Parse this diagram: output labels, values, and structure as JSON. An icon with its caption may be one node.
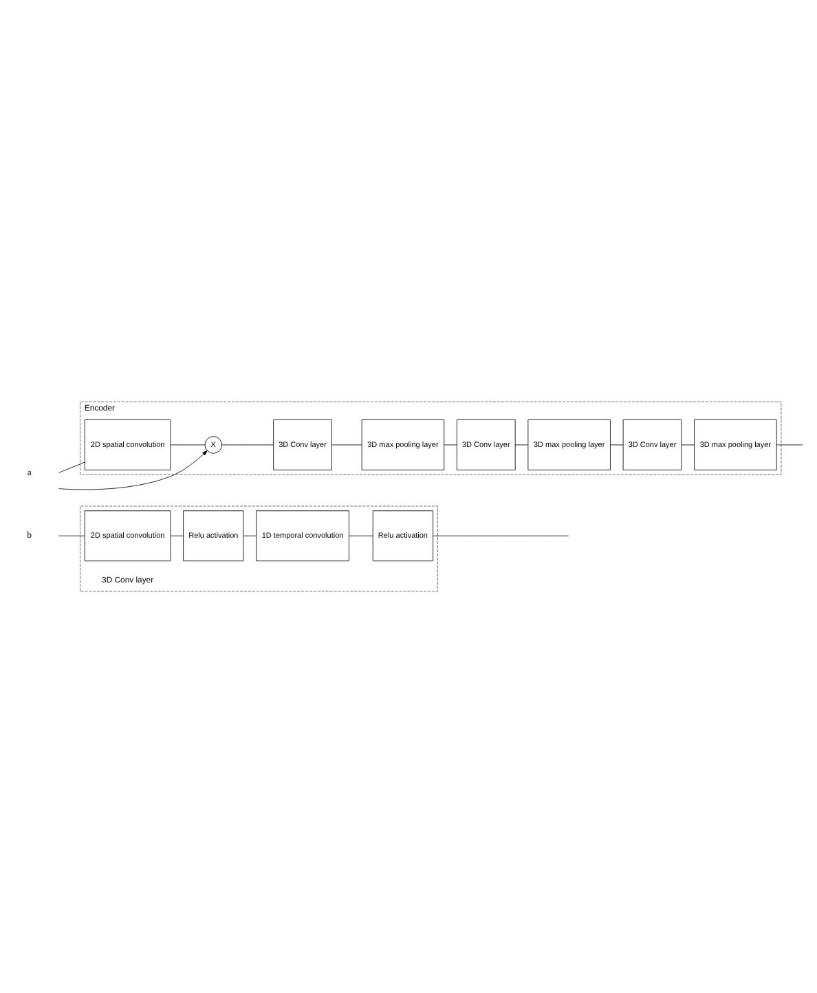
{
  "diagram": {
    "nodes": [
      {
        "text": [
          "Encoder"
        ]
      },
      {
        "text": [
          "2D spatial convolution"
        ],
        "in": 0
      },
      {
        "text": [
          "X"
        ],
        "in": 0
      },
      {
        "text": [
          "3D Conv layer"
        ],
        "in": 0
      },
      {
        "text": [
          "3D max pooling layer"
        ],
        "in": 0
      },
      {
        "text": [
          "3D Conv layer"
        ],
        "in": 0
      },
      {
        "text": [
          "3D max pooling layer"
        ],
        "in": 0
      },
      {
        "text": [
          "3D Conv layer"
        ],
        "in": 0
      },
      {
        "text": [
          "3D max pooling layer"
        ],
        "in": 0
      },
      {
        "text": [
          "3D Conv layer"
        ]
      },
      {
        "text": [
          "2D spatial convolution"
        ],
        "in": 9
      },
      {
        "text": [
          "Relu activation"
        ],
        "in": 9
      },
      {
        "text": [
          "1D temporal convolution"
        ],
        "in": 9
      },
      {
        "text": [
          "Relu activation"
        ],
        "in": 9
      }
    ],
    "edges": [
      {
        "from": null,
        "to": 1,
        "arrow": "none"
      },
      {
        "from": null,
        "to": 2,
        "arrow": "to"
      },
      {
        "from": 1,
        "to": 2,
        "arrow": "none"
      },
      {
        "from": 2,
        "to": 3,
        "arrow": "none"
      },
      {
        "from": 3,
        "to": 4,
        "arrow": "none"
      },
      {
        "from": 4,
        "to": 5,
        "arrow": "none"
      },
      {
        "from": 5,
        "to": 6,
        "arrow": "none"
      },
      {
        "from": 6,
        "to": 7,
        "arrow": "none"
      },
      {
        "from": 7,
        "to": 8,
        "arrow": "none"
      },
      {
        "from": 8,
        "to": null,
        "arrow": "none"
      },
      {
        "from": null,
        "to": 10,
        "arrow": "none"
      },
      {
        "from": 10,
        "to": 11,
        "arrow": "none"
      },
      {
        "from": 11,
        "to": 12,
        "arrow": "none"
      },
      {
        "from": 12,
        "to": 13,
        "arrow": "none"
      },
      {
        "from": 13,
        "to": null,
        "arrow": "none"
      }
    ],
    "labels": [
      "a",
      "b"
    ]
  }
}
